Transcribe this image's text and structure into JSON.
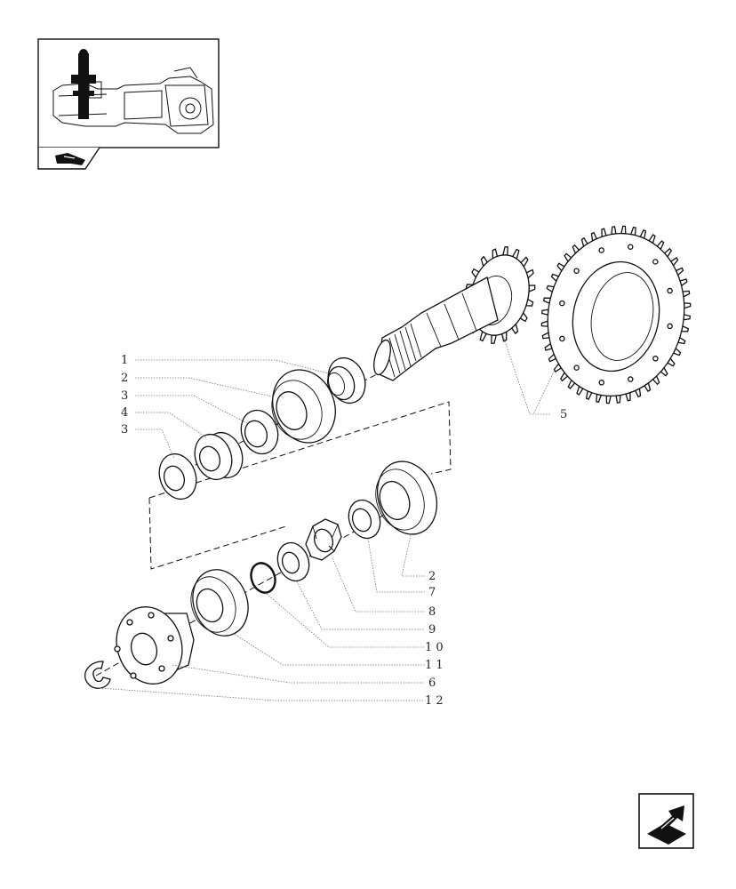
{
  "thumbnail": {
    "icon": "axle-assembly-thumbnail"
  },
  "tab_icon": "hand-pointer-icon",
  "nav_icon": "next-page-arrow-icon",
  "callouts": [
    "1",
    "2",
    "3",
    "4",
    "3",
    "5",
    "2",
    "7",
    "8",
    "9",
    "1 0",
    "1 1",
    "6",
    "1 2"
  ]
}
